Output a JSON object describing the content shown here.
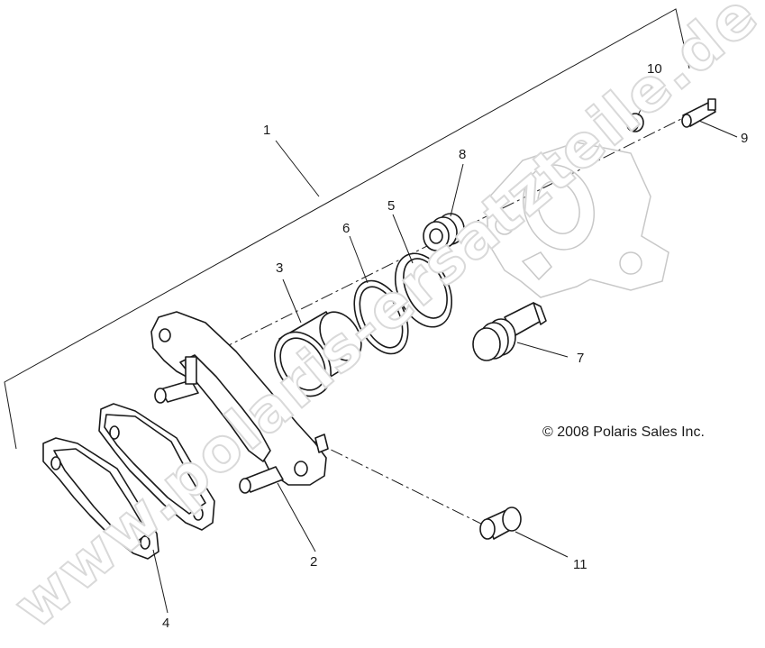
{
  "callouts": {
    "c1": "1",
    "c2": "2",
    "c3": "3",
    "c4": "4",
    "c5": "5",
    "c6": "6",
    "c7": "7",
    "c8": "8",
    "c9": "9",
    "c10": "10",
    "c11": "11"
  },
  "copyright": "© 2008 Polaris Sales Inc.",
  "watermark": "www.polaris-ersatzteile.de"
}
